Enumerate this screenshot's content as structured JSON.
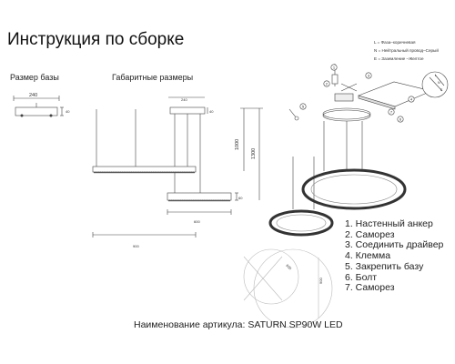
{
  "title": "Инструкция по сборке",
  "section_base_size": "Размер базы",
  "section_overall_dims": "Габаритные размеры",
  "wiring_legend": [
    "L = Фаза–коричневая",
    "N = Нейтральный провод–Серый",
    "E = Заземление –Желтое"
  ],
  "dimensions": {
    "base_width": "240",
    "base_height": "40",
    "canopy_width": "240",
    "canopy_height": "40",
    "drop_min": "1000",
    "drop_max": "1300",
    "small_ring_height": "60",
    "small_ring_diameter": "600",
    "large_ring_diameter": "900",
    "top_view_small": "600",
    "top_view_large": "900"
  },
  "assembly_callouts": [
    "1",
    "2",
    "3",
    "4",
    "5",
    "6",
    "7"
  ],
  "wire_labels": [
    "L",
    "N",
    "E"
  ],
  "parts": [
    "1. Настенный анкер",
    "2. Саморез",
    "3. Соединить драйвер",
    "4. Клемма",
    "5. Закрепить базу",
    "6. Болт",
    "7. Саморез"
  ],
  "caption": "Наименование артикула: SATURN SP90W LED"
}
